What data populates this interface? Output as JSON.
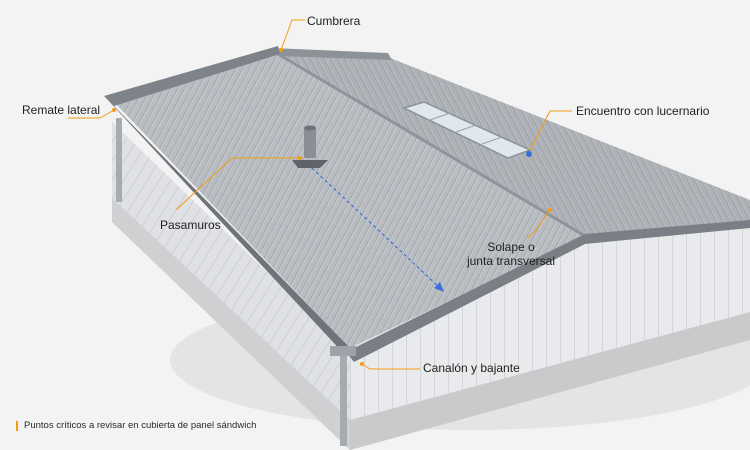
{
  "callouts": {
    "cumbrera": "Cumbrera",
    "remate_lateral": "Remate lateral",
    "encuentro_lucernario": "Encuentro con lucernario",
    "pasamuros": "Pasamuros",
    "solape_line1": "Solape o",
    "solape_line2": "junta transversal",
    "canalon": "Canalón y bajante"
  },
  "caption": "Puntos críticos a revisar en cubierta de panel sándwich",
  "colors": {
    "accent": "#f39c12",
    "arrow": "#3a6fd8",
    "background": "#f3f3f3"
  }
}
